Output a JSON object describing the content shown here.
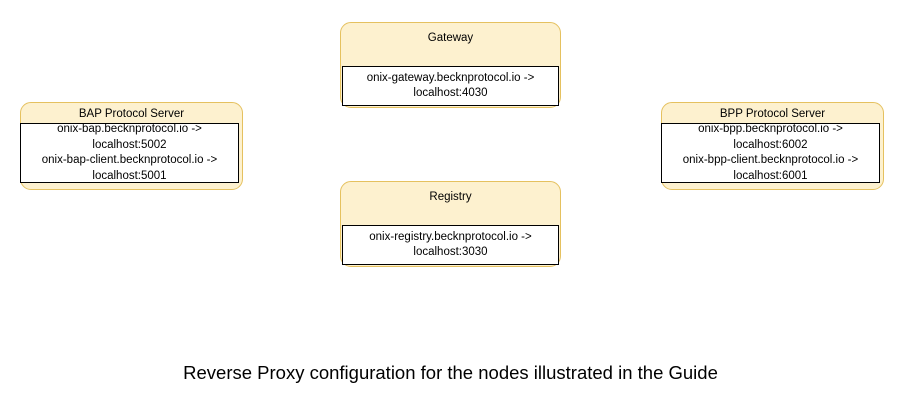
{
  "diagram": {
    "caption": "Reverse Proxy configuration for the nodes illustrated in the Guide",
    "colors": {
      "node_fill": "#fdf1cf",
      "node_border": "#e5c15f",
      "body_fill": "#ffffff",
      "body_border": "#000000",
      "text": "#000000",
      "background": "#ffffff"
    },
    "nodes": [
      {
        "id": "gateway",
        "title": "Gateway",
        "config_lines": [
          "onix-gateway.becknprotocol.io ->",
          "localhost:4030"
        ]
      },
      {
        "id": "registry",
        "title": "Registry",
        "config_lines": [
          "onix-registry.becknprotocol.io ->",
          "localhost:3030"
        ]
      },
      {
        "id": "bap",
        "title": "BAP Protocol Server",
        "config_lines": [
          "onix-bap.becknprotocol.io ->",
          "localhost:5002",
          "onix-bap-client.becknprotocol.io ->",
          "localhost:5001"
        ]
      },
      {
        "id": "bpp",
        "title": "BPP Protocol Server",
        "config_lines": [
          "onix-bpp.becknprotocol.io ->",
          "localhost:6002",
          "onix-bpp-client.becknprotocol.io ->",
          "localhost:6001"
        ]
      }
    ]
  }
}
